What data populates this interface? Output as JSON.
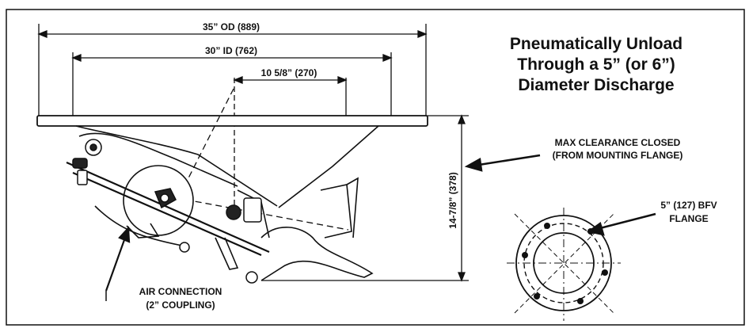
{
  "title": {
    "line1": "Pneumatically Unload",
    "line2": "Through a 5” (or 6”)",
    "line3": "Diameter Discharge"
  },
  "dimensions": {
    "od": "35” OD (889)",
    "id": "30” ID (762)",
    "offset": "10 5/8” (270)",
    "height": "14-7/8” (378)"
  },
  "callouts": {
    "max_clearance_line1": "MAX CLEARANCE CLOSED",
    "max_clearance_line2": "(FROM MOUNTING FLANGE)",
    "flange_line1": "5” (127) BFV",
    "flange_line2": "FLANGE",
    "air_line1": "AIR CONNECTION",
    "air_line2": "(2” COUPLING)"
  }
}
